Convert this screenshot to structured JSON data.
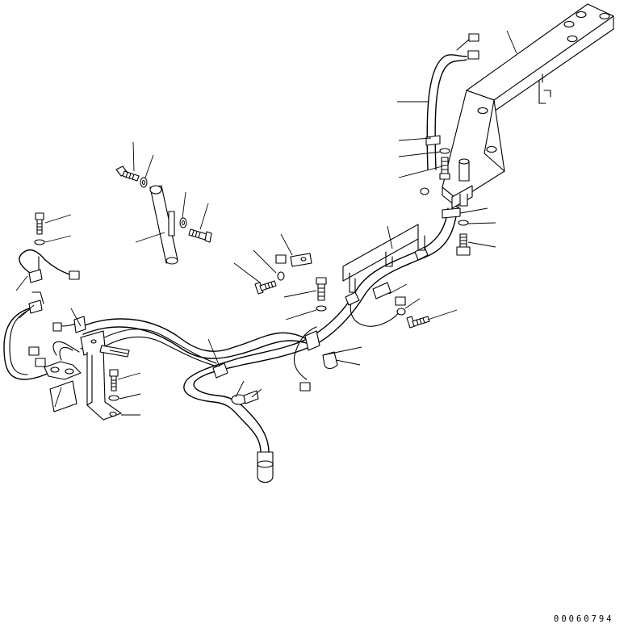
{
  "drawing": {
    "drawing_number": "00060794",
    "background_color": "#ffffff",
    "line_color": "#000000"
  },
  "parts": [
    {
      "name": "frame-bracket"
    },
    {
      "name": "harness-upper"
    },
    {
      "name": "main-harness"
    },
    {
      "name": "gas-spring"
    },
    {
      "name": "bolt"
    },
    {
      "name": "washer"
    },
    {
      "name": "clip"
    },
    {
      "name": "connector"
    },
    {
      "name": "cover-plate"
    },
    {
      "name": "mounting-bracket"
    },
    {
      "name": "relay-box"
    },
    {
      "name": "cable-end-cap"
    }
  ]
}
